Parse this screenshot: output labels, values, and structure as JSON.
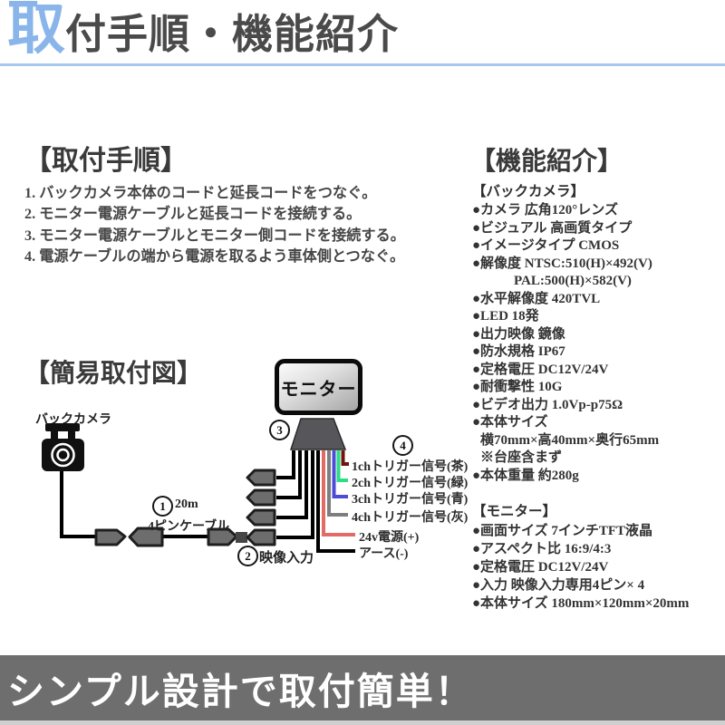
{
  "header": {
    "accent_char": "取",
    "rest_text": "付手順・機能紹介"
  },
  "install": {
    "title": "【取付手順】",
    "steps": [
      "1. バックカメラ本体のコードと延長コードをつなぐ。",
      "2. モニター電源ケーブルと延長コードを接続する。",
      "3. モニター電源ケーブルとモニター側コードを接続する。",
      "4. 電源ケーブルの端から電源を取るよう車体側とつなぐ。"
    ]
  },
  "diagram": {
    "title": "【簡易取付図】",
    "camera_label": "バックカメラ",
    "monitor_label": "モニター",
    "callout1": {
      "num": "1",
      "line1": "20m",
      "line2": "4ピンケーブル"
    },
    "callout2": {
      "num": "2",
      "label": "映像入力"
    },
    "callout3": {
      "num": "3"
    },
    "callout4": {
      "num": "4"
    },
    "wires": [
      {
        "label": "1chトリガー信号(茶)",
        "color": "#701410"
      },
      {
        "label": "2chトリガー信号(緑)",
        "color": "#2ddc86"
      },
      {
        "label": "3chトリガー信号(青)",
        "color": "#4c4cd8"
      },
      {
        "label": "4chトリガー信号(灰)",
        "color": "#7e7e7e"
      },
      {
        "label": "24v電源(+)",
        "color": "#e26b66"
      },
      {
        "label": "アース(-)",
        "color": "#000000"
      }
    ]
  },
  "features": {
    "title": "【機能紹介】",
    "camera": {
      "title": "【バックカメラ】",
      "items": [
        "●カメラ 広角120°レンズ",
        "●ビジュアル 高画質タイプ",
        "●イメージタイプ CMOS",
        "●解像度 NTSC:510(H)×492(V)",
        "PAL:500(H)×582(V)",
        "●水平解像度 420TVL",
        "●LED 18発",
        "●出力映像 鏡像",
        "●防水規格 IP67",
        "●定格電圧 DC12V/24V",
        "●耐衝撃性 10G",
        "●ビデオ出力 1.0Vp-p75Ω",
        "●本体サイズ",
        "横70mm×高40mm×奥行65mm",
        "※台座含まず",
        "●本体重量 約280g"
      ]
    },
    "monitor": {
      "title": "【モニター】",
      "items": [
        "●画面サイズ 7インチTFT液晶",
        "●アスペクト比 16:9/4:3",
        "●定格電圧 DC12V/24V",
        "●入力 映像入力専用4ピン× 4",
        "●本体サイズ 180mm×120mm×20mm"
      ]
    }
  },
  "footer": {
    "text": "シンプル設計で取付簡単！"
  },
  "colors": {
    "accent_blue": "#89b5ea",
    "underline_blue": "#a6c8ec",
    "footer_bg": "#6e6e6e",
    "footer_text": "#ffffff"
  }
}
